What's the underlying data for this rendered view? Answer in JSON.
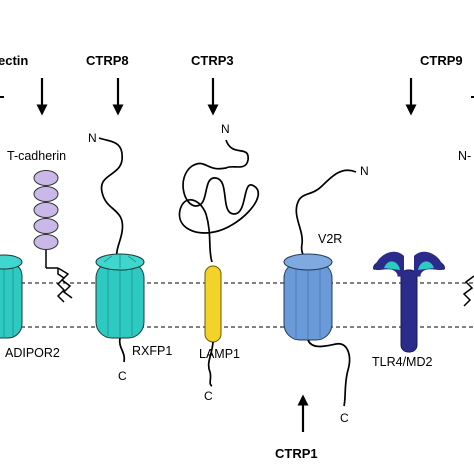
{
  "ligands": {
    "adiponectin": "ectin",
    "ctrp8": "CTRP8",
    "ctrp3": "CTRP3",
    "ctrp9": "CTRP9",
    "ctrp1": "CTRP1"
  },
  "receptors": {
    "t_cadherin": "T-cadherin",
    "adipor2": "ADIPOR2",
    "rxfp1": "RXFP1",
    "lamp1": "LAMP1",
    "v2r": "V2R",
    "tlr4_md2": "TLR4/MD2"
  },
  "termini": {
    "rxfp1_n": "N",
    "rxfp1_c": "C",
    "lamp1_n": "N",
    "lamp1_c": "C",
    "v2r_n": "N",
    "v2r_c": "C",
    "right_n": "N-"
  },
  "colors": {
    "teal": "#2ec9c0",
    "teal_dark": "#1a9e96",
    "yellow": "#f3d22a",
    "blue": "#6a9bd8",
    "navy": "#2b2b8c",
    "cadherin": "#c9b8e8"
  }
}
